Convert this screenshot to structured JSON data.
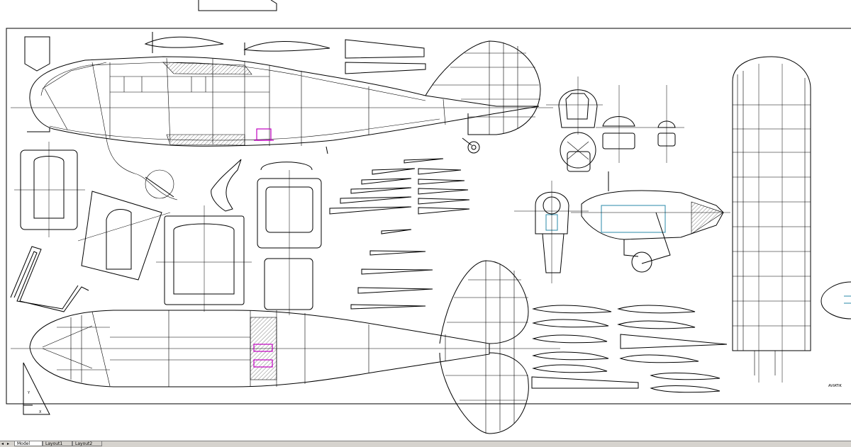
{
  "window": {
    "background": "#ffffff",
    "line_color": "#000000"
  },
  "tabs": {
    "items": [
      {
        "label": "Model",
        "active": true
      },
      {
        "label": "Layout1",
        "active": false
      },
      {
        "label": "Layout2",
        "active": false
      }
    ]
  },
  "drawing": {
    "ucs_icon_labels": {
      "x": "X",
      "y": "Y"
    },
    "title_tag": "AVIATIK"
  },
  "colors": {
    "highlight_magenta": "#c000c0",
    "highlight_cyan": "#2a8aa8"
  }
}
